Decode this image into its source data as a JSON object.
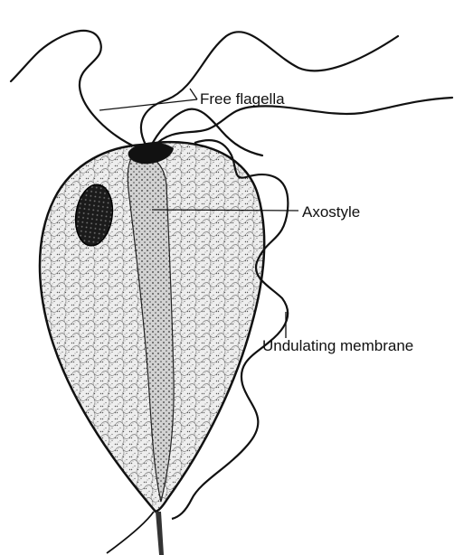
{
  "labels": {
    "free_flagella": "Free flagella",
    "axostyle": "Axostyle",
    "undulating_membrane": "Undulating membrane"
  },
  "colors": {
    "ink": "#111111",
    "body_fill": "#e9e9e9",
    "axostyle_fill": "#cfcfcf",
    "nucleus_fill": "#1a1a1a"
  }
}
